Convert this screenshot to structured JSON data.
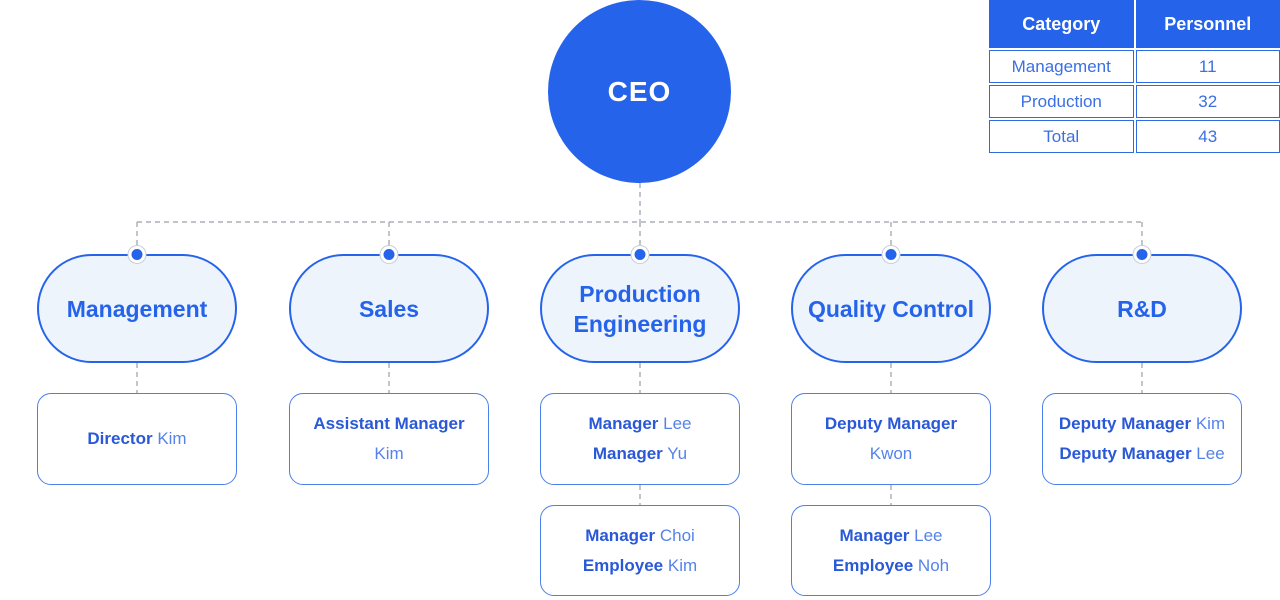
{
  "ceo": {
    "label": "CEO"
  },
  "table": {
    "headers": [
      "Category",
      "Personnel"
    ],
    "rows": [
      [
        "Management",
        "11"
      ],
      [
        "Production",
        "32"
      ],
      [
        "Total",
        "43"
      ]
    ]
  },
  "branches": [
    {
      "title": "Management",
      "boxes": [
        [
          {
            "role": "Director",
            "name": "Kim"
          }
        ]
      ]
    },
    {
      "title": "Sales",
      "boxes": [
        [
          {
            "role": "Assistant Manager",
            "name": "Kim"
          }
        ]
      ]
    },
    {
      "title": "Production Engineering",
      "boxes": [
        [
          {
            "role": "Manager",
            "name": "Lee"
          },
          {
            "role": "Manager",
            "name": "Yu"
          }
        ],
        [
          {
            "role": "Manager",
            "name": "Choi"
          },
          {
            "role": "Employee",
            "name": "Kim"
          }
        ]
      ]
    },
    {
      "title": "Quality Control",
      "boxes": [
        [
          {
            "role": "Deputy Manager",
            "name": "Kwon"
          }
        ],
        [
          {
            "role": "Manager",
            "name": "Lee"
          },
          {
            "role": "Employee",
            "name": "Noh"
          }
        ]
      ]
    },
    {
      "title": "R&D",
      "boxes": [
        [
          {
            "role": "Deputy Manager",
            "name": "Kim"
          },
          {
            "role": "Deputy Manager",
            "name": "Lee"
          }
        ]
      ]
    }
  ],
  "colors": {
    "primary_blue": "#2563eb",
    "pill_background": "#edf4fb",
    "role_text": "#2a59d8",
    "name_text": "#5583ea",
    "box_border": "#4b7fe9",
    "table_text": "#3b6fe3",
    "connector_gray": "#98a1ab"
  }
}
